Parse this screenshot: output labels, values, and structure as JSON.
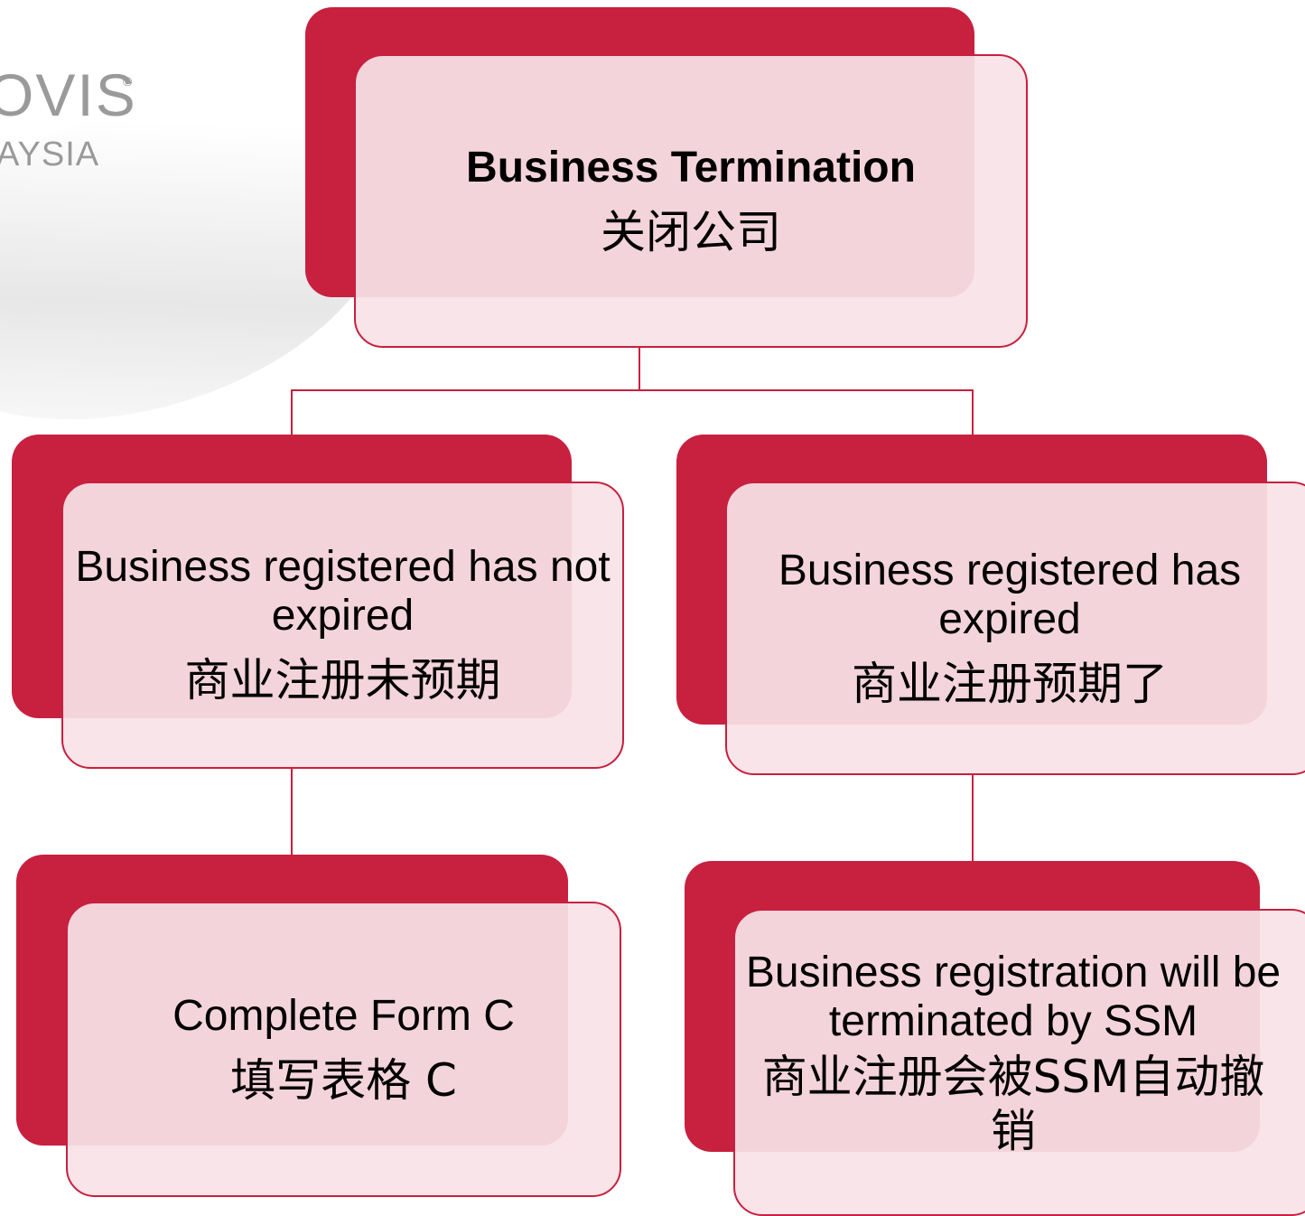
{
  "logo": {
    "main": "OVIS",
    "reg": "®",
    "sub": "AYSIA"
  },
  "nodes": {
    "root": {
      "en": "Business Termination",
      "zh": "关闭公司"
    },
    "left": {
      "en": "Business registered has not expired",
      "zh": "商业注册未预期"
    },
    "right": {
      "en": "Business registered has expired",
      "zh": "商业注册预期了"
    },
    "left_child": {
      "en": "Complete Form C",
      "zh": "填写表格 C"
    },
    "right_child": {
      "en": "Business registration will be terminated by SSM",
      "zh": "商业注册会被SSM自动撤销"
    }
  },
  "colors": {
    "accent": "#c8203f",
    "box_fill": "#f8e2e7"
  }
}
